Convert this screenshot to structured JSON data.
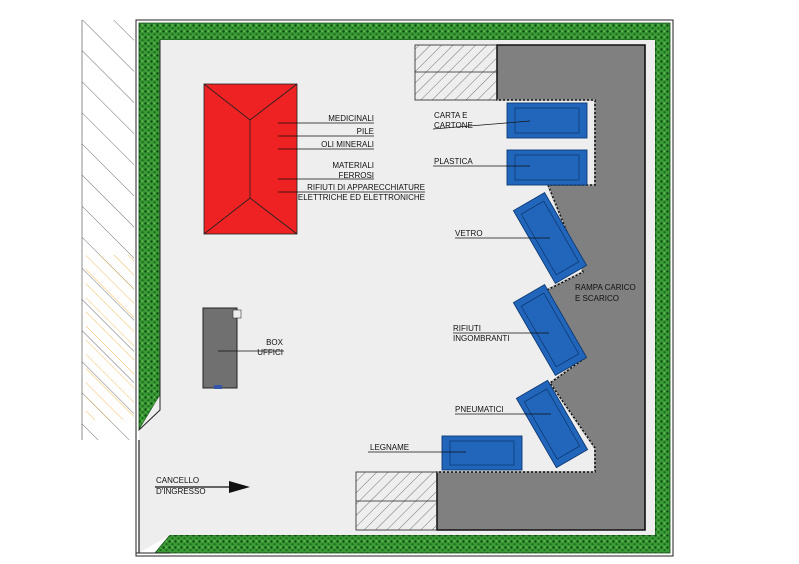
{
  "colors": {
    "hedge": "#2f8f2f",
    "hedge_dark": "#0f4a12",
    "floor": "#eeeeee",
    "ramp": "#808080",
    "container": "#2266bb",
    "container_edge": "#0d3a75",
    "hazard_shed": "#ee2222",
    "office": "#707070"
  },
  "labels": {
    "medicinali": "MEDICINALI",
    "pile": "PILE",
    "oli_minerali": "OLI MINERALI",
    "materiali_1": "MATERIALI",
    "materiali_2": "FERROSI",
    "raee_1": "RIFIUTI DI APPARECCHIATURE",
    "raee_2": "ELETTRICHE ED ELETTRONICHE",
    "carta_1": "CARTA E",
    "carta_2": "CARTONE",
    "plastica": "PLASTICA",
    "vetro": "VETRO",
    "ingombranti_1": "RIFIUTI",
    "ingombranti_2": "INGOMBRANTI",
    "pneumatici": "PNEUMATICI",
    "legname": "LEGNAME",
    "rampa_1": "RAMPA CARICO",
    "rampa_2": "E SCARICO",
    "box_1": "BOX",
    "box_2": "UFFICI",
    "cancello_1": "CANCELLO",
    "cancello_2": "D'INGRESSO"
  }
}
